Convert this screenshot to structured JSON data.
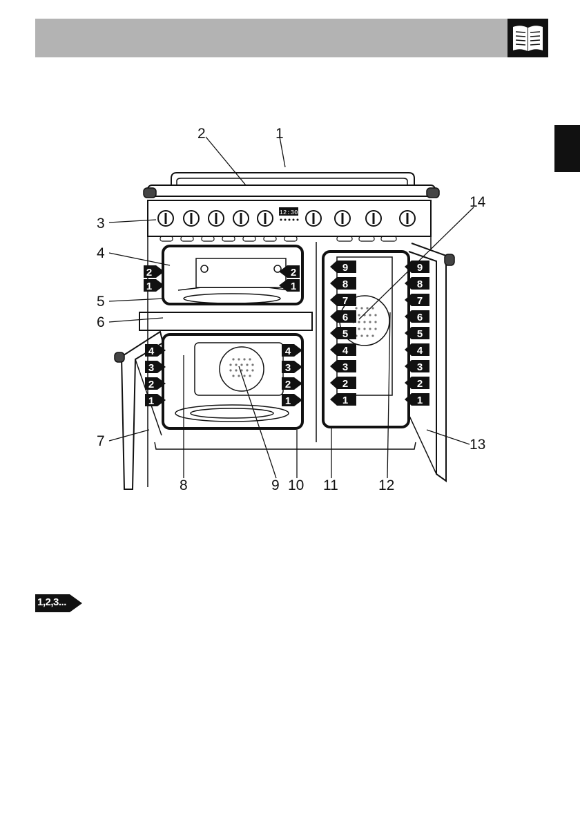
{
  "callouts": {
    "c1": "1",
    "c2": "2",
    "c3": "3",
    "c4": "4",
    "c5": "5",
    "c6": "6",
    "c7": "7",
    "c8": "8",
    "c9": "9",
    "c10": "10",
    "c11": "11",
    "c12": "12",
    "c13": "13",
    "c14": "14"
  },
  "shelf_levels": {
    "top_oven": [
      "2",
      "1"
    ],
    "bottom_oven": [
      "4",
      "3",
      "2",
      "1"
    ],
    "right_oven": [
      "9",
      "8",
      "7",
      "6",
      "5",
      "4",
      "3",
      "2",
      "1"
    ]
  },
  "clock_display": "12:30",
  "nav_badge": "1,2,3...",
  "icons": {
    "header": "open-book-icon",
    "badge": "arrow-tag-icon"
  }
}
